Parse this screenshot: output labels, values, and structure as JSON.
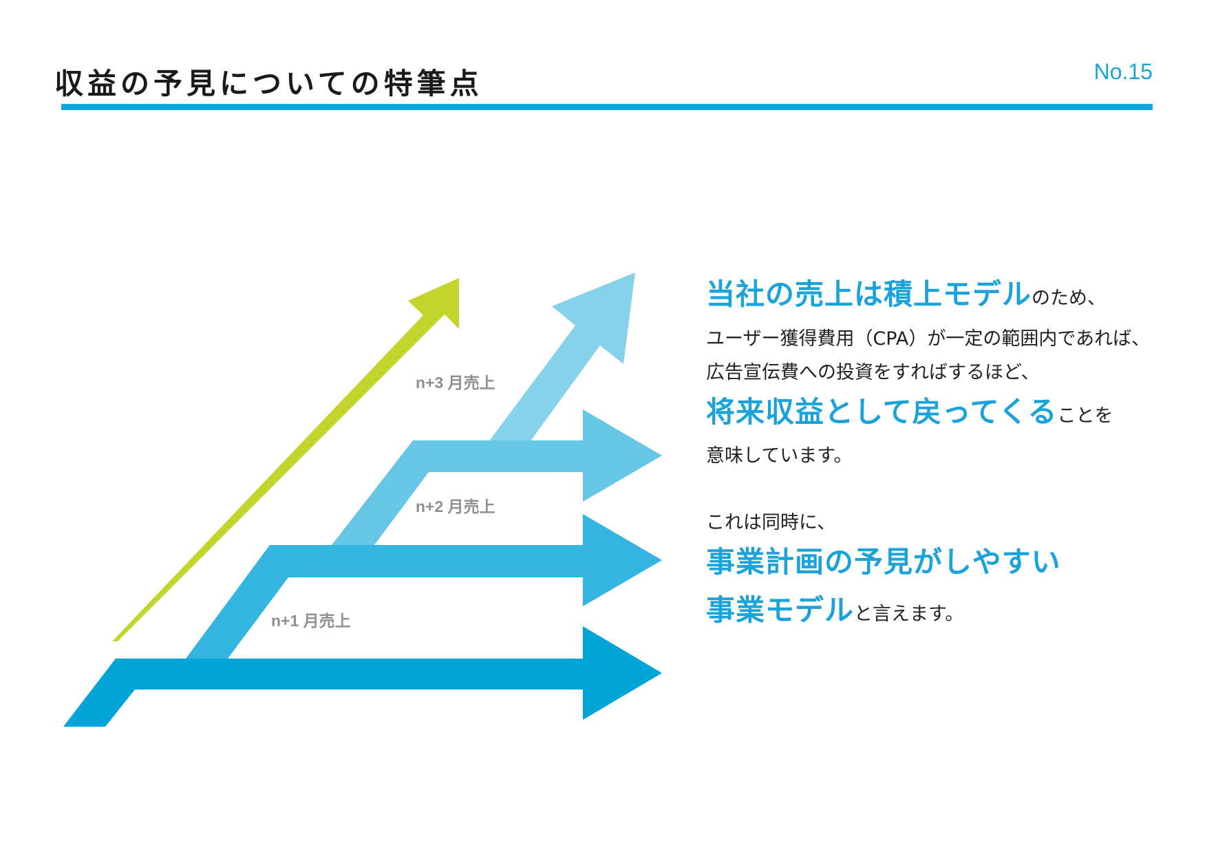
{
  "header": {
    "title": "収益の予見についての特筆点",
    "page_number": "No.15"
  },
  "diagram": {
    "labels": {
      "n1": "n+1 月売上",
      "n2": "n+2 月売上",
      "n3": "n+3 月売上"
    },
    "colors": {
      "arrow_n1": "#00a5d8",
      "arrow_n2": "#33b5e0",
      "arrow_n3": "#67c6e6",
      "arrow_light": "#86d2ea",
      "arrow_green": "#c3d52d",
      "accent": "#1aa3db"
    }
  },
  "text": {
    "p1_bold": "当社の売上は積上モデル",
    "p1_tail": "のため、",
    "p2": "ユーザー獲得費用（CPA）が一定の範囲内であれば、",
    "p3": "広告宣伝費への投資をすればするほど、",
    "p4_bold": "将来収益として戻ってくる",
    "p4_tail": "ことを",
    "p5": "意味しています。",
    "p6": "これは同時に、",
    "p7_bold": "事業計画の予見がしやすい",
    "p8_bold": "事業モデル",
    "p8_tail": "と言えます。"
  }
}
